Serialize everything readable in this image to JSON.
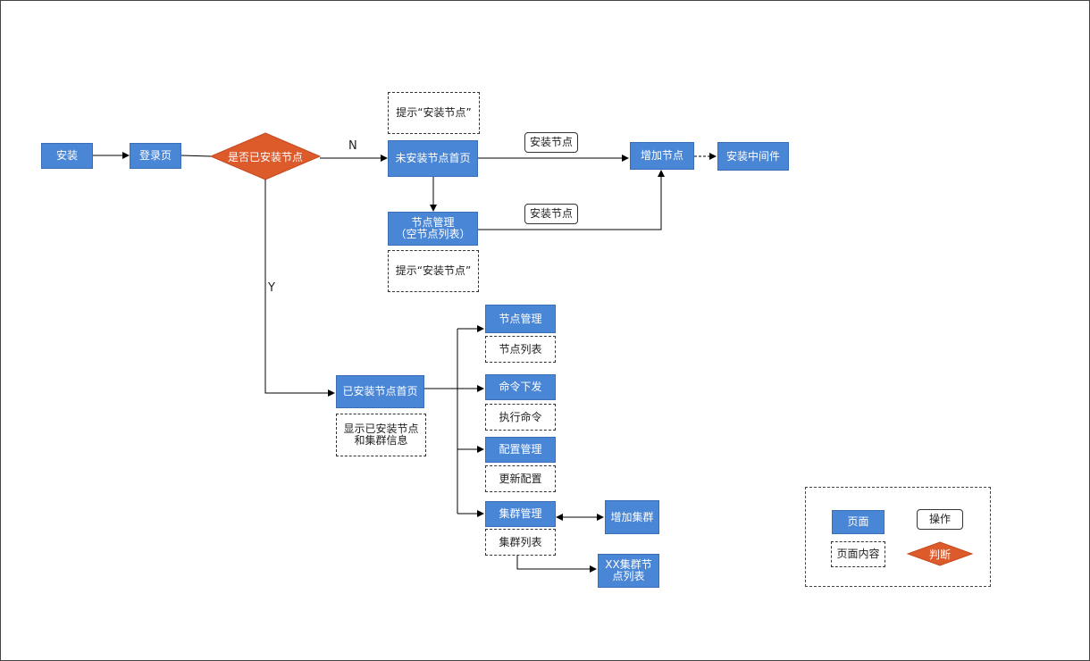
{
  "nodes": {
    "install": "安装",
    "login": "登录页",
    "decision": "是否已安装节点",
    "not_installed_home": "未安装节点首页",
    "hint_top": "提示“安装节点”",
    "node_mgmt_empty": "节点管理\n（空节点列表）",
    "hint_bottom": "提示“安装节点”",
    "add_node": "增加节点",
    "install_middleware": "安装中间件",
    "installed_home": "已安装节点首页",
    "installed_info": "显示已安装节点\n和集群信息",
    "node_mgmt": "节点管理",
    "node_list": "节点列表",
    "cmd_dispatch": "命令下发",
    "exec_cmd": "执行命令",
    "config_mgmt": "配置管理",
    "update_config": "更新配置",
    "cluster_mgmt": "集群管理",
    "cluster_list": "集群列表",
    "add_cluster": "增加集群",
    "cluster_node_list": "XX集群节\n点列表"
  },
  "edge_labels": {
    "no": "N",
    "yes": "Y",
    "install_node_op_1": "安装节点",
    "install_node_op_2": "安装节点"
  },
  "legend": {
    "page": "页面",
    "operation": "操作",
    "page_content": "页面内容",
    "decision": "判断"
  },
  "colors": {
    "page_fill": "#4a86d6",
    "decision_fill": "#dd5a2b",
    "line": "#000000"
  }
}
